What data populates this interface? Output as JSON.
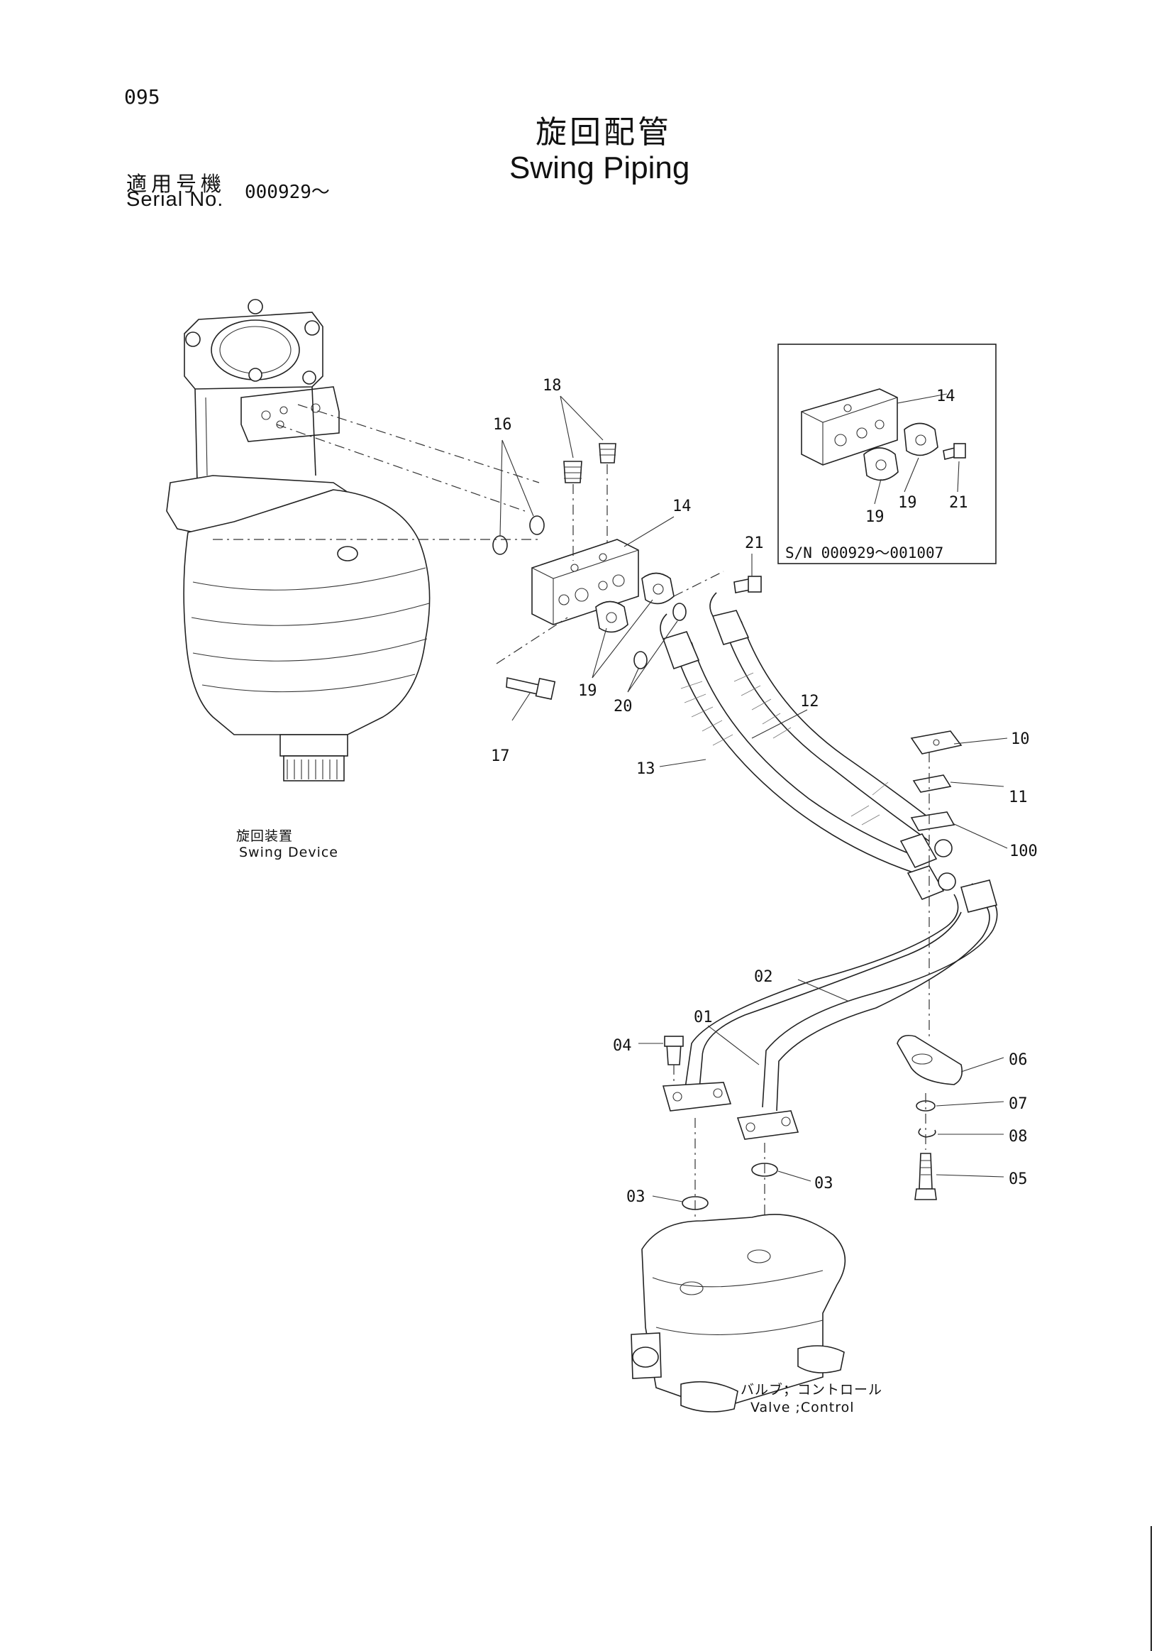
{
  "page": {
    "number": "095",
    "title_jp": "旋回配管",
    "title_en": "Swing Piping"
  },
  "serial": {
    "label_jp": "適用号機",
    "label_en": "Serial No.",
    "value": "000929～"
  },
  "inset": {
    "serial_range": "S/N  000929～001007",
    "callouts": [
      "14",
      "19",
      "19",
      "21"
    ]
  },
  "captions": {
    "swing_device_jp": "旋回装置",
    "swing_device_en": "Swing Device",
    "valve_jp": "バルブ；コントロール",
    "valve_en": "Valve ;Control"
  },
  "callouts": [
    "18",
    "16",
    "14",
    "21",
    "19",
    "20",
    "17",
    "12",
    "13",
    "10",
    "11",
    "100",
    "02",
    "01",
    "04",
    "06",
    "07",
    "08",
    "03",
    "03",
    "05"
  ]
}
